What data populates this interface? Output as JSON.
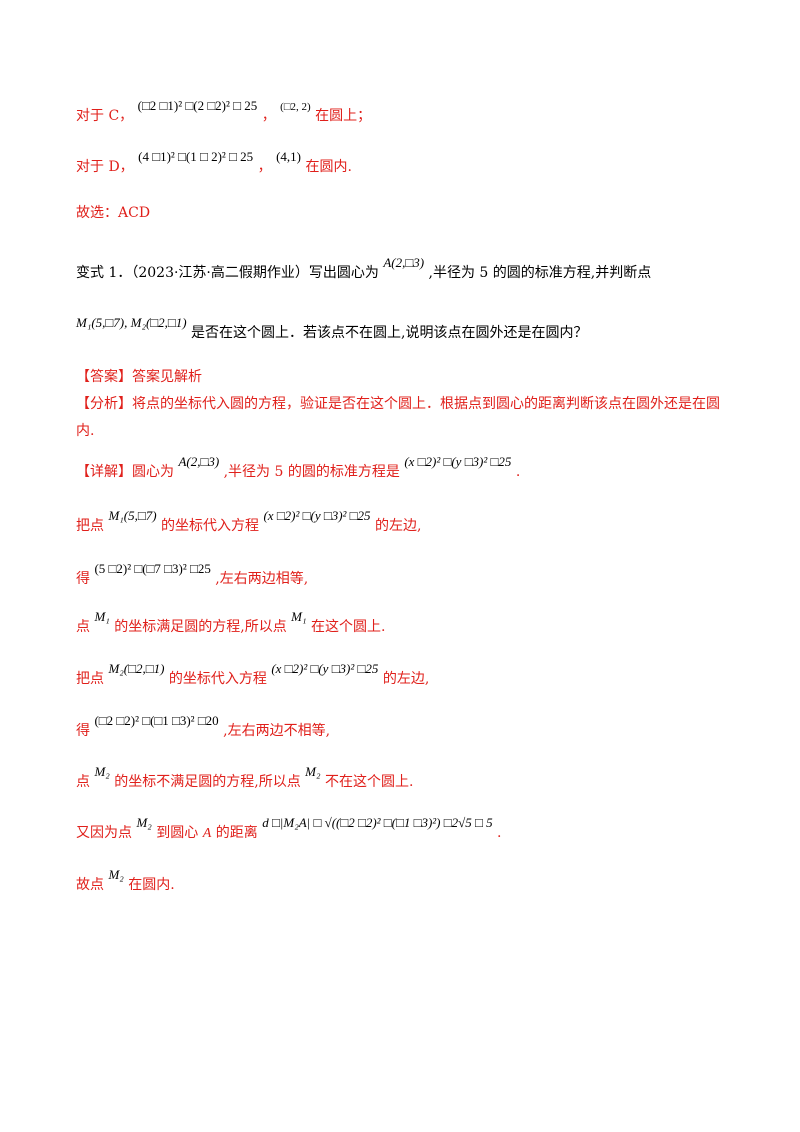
{
  "lines": {
    "l1_pre": "对于 C，",
    "l1_math": "(□2 □1)² □(2 □2)² □ 25",
    "l1_mid": "，",
    "l1_math2": "(□2, 2)",
    "l1_post": "在圆上；",
    "l2_pre": "对于 D，",
    "l2_math": "(4 □1)² □(1 □ 2)² □ 25",
    "l2_mid": "，",
    "l2_math2": "(4,1)",
    "l2_post": "在圆内.",
    "l3": "故选：ACD",
    "l4_pre": "变式 1．（2023·江苏·高二假期作业）写出圆心为",
    "l4_math": "A(2,□3)",
    "l4_post": ",半径为 5 的圆的标准方程,并判断点",
    "l5_math": "M₁(5,□7), M₂(□2,□1)",
    "l5_post": "是否在这个圆上．若该点不在圆上,说明该点在圆外还是在圆内？",
    "l6": "【答案】答案见解析",
    "l7": "【分析】将点的坐标代入圆的方程，验证是否在这个圆上．根据点到圆心的距离判断该点在圆外还是在圆内.",
    "l8_pre": "【详解】圆心为",
    "l8_math": "A(2,□3)",
    "l8_mid": ",半径为 5 的圆的标准方程是",
    "l8_math2": "(x □2)² □(y □3)² □25",
    "l8_post": ".",
    "l9_pre": "把点",
    "l9_math": "M₁(5,□7)",
    "l9_mid": "的坐标代入方程",
    "l9_math2": "(x □2)² □(y □3)² □25",
    "l9_post": "的左边,",
    "l10_pre": "得",
    "l10_math": "(5 □2)² □(□7 □3)² □25",
    "l10_post": ",左右两边相等,",
    "l11_pre": "点",
    "l11_math": "M₁",
    "l11_mid": "的坐标满足圆的方程,所以点",
    "l11_math2": "M₁",
    "l11_post": "在这个圆上.",
    "l12_pre": "把点",
    "l12_math": "M₂(□2,□1)",
    "l12_mid": "的坐标代入方程",
    "l12_math2": "(x □2)² □(y □3)² □25",
    "l12_post": "的左边,",
    "l13_pre": "得",
    "l13_math": "(□2 □2)² □(□1 □3)² □20",
    "l13_post": ",左右两边不相等,",
    "l14_pre": "点",
    "l14_math": "M₂",
    "l14_mid": "的坐标不满足圆的方程,所以点",
    "l14_math2": "M₂",
    "l14_post": "不在这个圆上.",
    "l15_pre": "又因为点",
    "l15_math": "M₂",
    "l15_mid": "到圆心",
    "l15_math2": "A",
    "l15_mid2": "的距离",
    "l15_math3": "d □|M₂A| □ √((□2 □2)² □(□1 □3)²) □2√5 □ 5",
    "l15_post": ".",
    "l16_pre": "故点",
    "l16_math": "M₂",
    "l16_post": "在圆内."
  }
}
